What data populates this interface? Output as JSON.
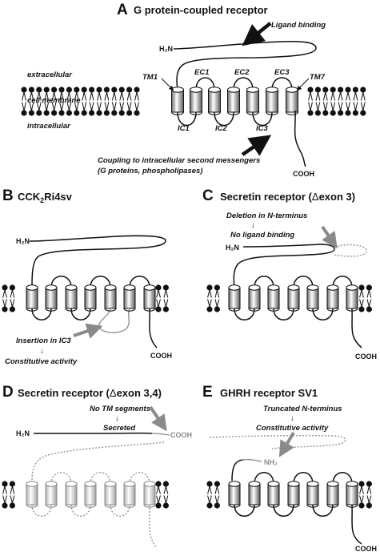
{
  "panel_a": {
    "letter": "A",
    "title": "G protein-coupled receptor",
    "ligand_binding": "Ligand binding",
    "nh2": "H₂N",
    "extracellular": "extracellular",
    "membrane": "cell membrane",
    "intracellular": "intracellular",
    "tm1": "TM1",
    "tm7": "TM7",
    "ec1": "EC1",
    "ec2": "EC2",
    "ec3": "EC3",
    "ic1": "IC1",
    "ic2": "IC2",
    "ic3": "IC3",
    "coupling_1": "Coupling to intracellular second messengers",
    "coupling_2": "(G proteins, phospholipases)",
    "cooh": "COOH"
  },
  "panel_b": {
    "letter": "B",
    "title_main": "CCK",
    "title_sub": "2",
    "title_rest": "Ri4sv",
    "nh2": "H₂N",
    "insertion": "Insertion in IC3",
    "arrow": "↓",
    "constitutive": "Constitutive activity",
    "cooh": "COOH"
  },
  "panel_c": {
    "letter": "C",
    "title_prefix": "Secretin receptor (",
    "delta": "Δ",
    "title_suffix": "exon 3)",
    "deletion": "Deletion in N-terminus",
    "arrow": "↓",
    "no_ligand": "No ligand binding",
    "nh2": "H₂N",
    "cooh": "COOH"
  },
  "panel_d": {
    "letter": "D",
    "title_prefix": "Secretin receptor (",
    "delta": "Δ",
    "title_suffix": "exon 3,4)",
    "no_tm": "No TM segments",
    "arrow": "↓",
    "secreted": "Secreted",
    "nh2": "H₂N",
    "cooh": "COOH"
  },
  "panel_e": {
    "letter": "E",
    "title": "GHRH receptor SV1",
    "truncated": "Truncated N-terminus",
    "arrow": "↓",
    "constitutive": "Constitutive activity",
    "nh2": "NH₂",
    "cooh": "COOH"
  }
}
